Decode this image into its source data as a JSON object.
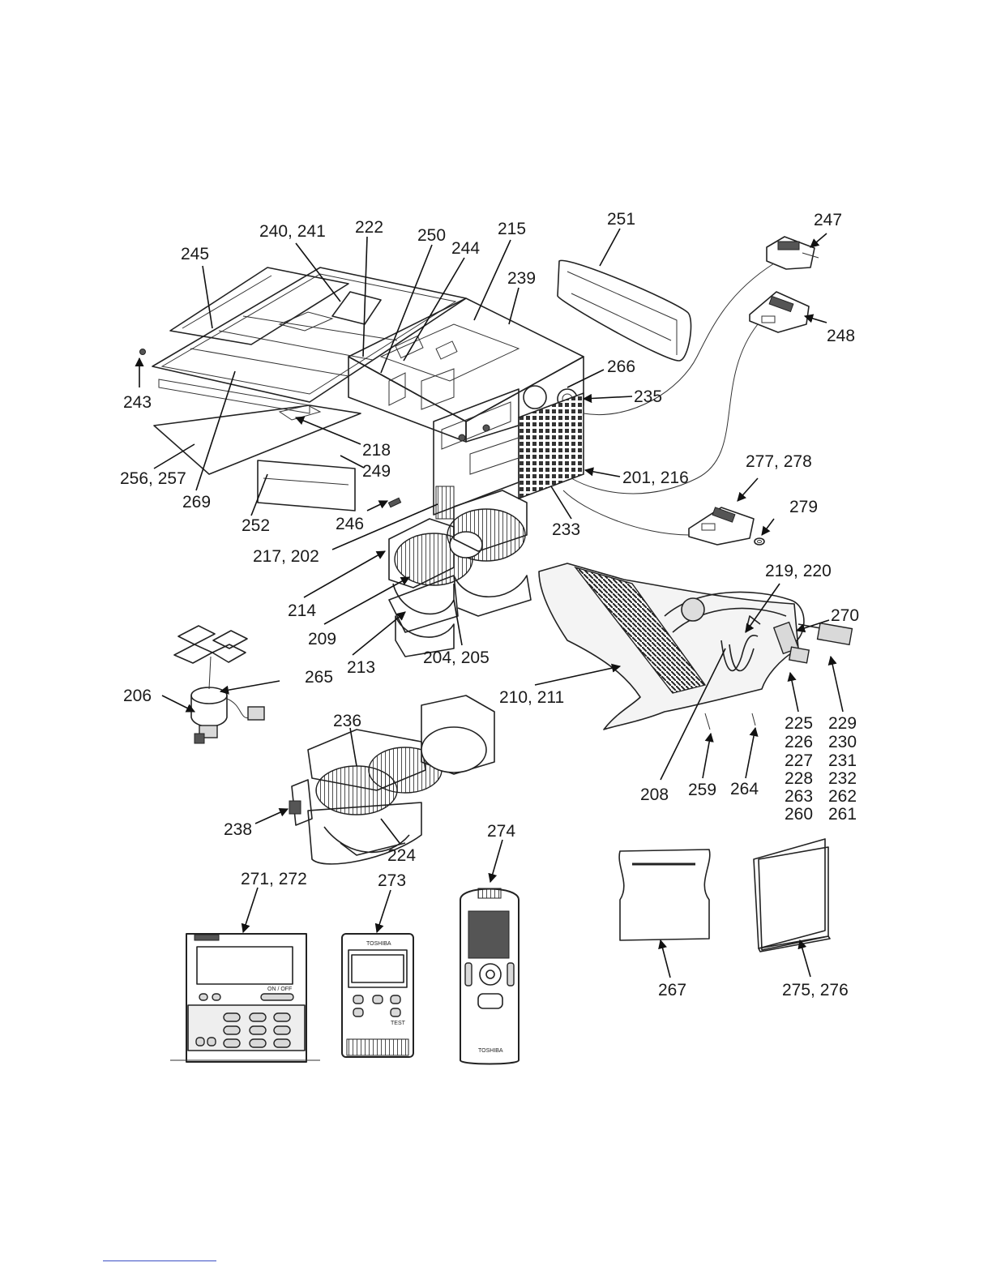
{
  "callouts": {
    "c240_241": "240, 241",
    "c222": "222",
    "c250": "250",
    "c244": "244",
    "c215": "215",
    "c251": "251",
    "c247": "247",
    "c245": "245",
    "c239": "239",
    "c248": "248",
    "c243": "243",
    "c266": "266",
    "c235": "235",
    "c218": "218",
    "c249": "249",
    "c256_257": "256, 257",
    "c269": "269",
    "c252": "252",
    "c246": "246",
    "c201_216": "201, 216",
    "c277_278": "277, 278",
    "c279": "279",
    "c233": "233",
    "c217_202": "217, 202",
    "c214": "214",
    "c209": "209",
    "c213": "213",
    "c204_205": "204, 205",
    "c219_220": "219, 220",
    "c270": "270",
    "c206": "206",
    "c265": "265",
    "c210_211": "210, 211",
    "c236": "236",
    "c238": "238",
    "c224": "224",
    "c208": "208",
    "c259": "259",
    "c264": "264",
    "c225": "225",
    "c226": "226",
    "c227": "227",
    "c228": "228",
    "c263": "263",
    "c260": "260",
    "c229": "229",
    "c230": "230",
    "c231": "231",
    "c232": "232",
    "c262": "262",
    "c261": "261",
    "c274": "274",
    "c271_272": "271, 272",
    "c273": "273",
    "c267": "267",
    "c275_276": "275, 276"
  },
  "remote_text": {
    "onoff": "ON / OFF",
    "test": "TEST",
    "brand": "TOSHIBA"
  }
}
